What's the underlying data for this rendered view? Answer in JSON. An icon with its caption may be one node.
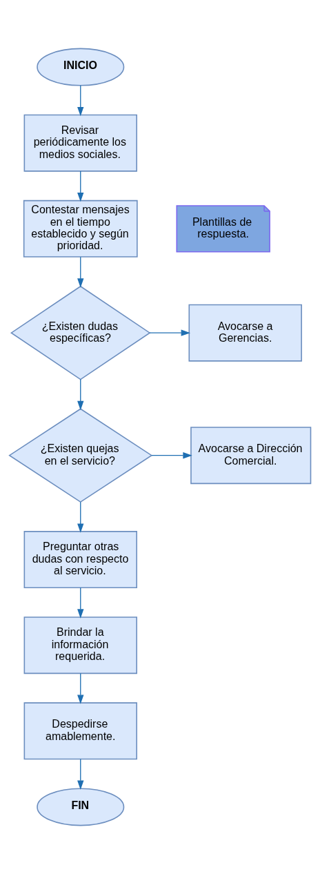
{
  "diagram": {
    "nodes": [
      {
        "text": [
          "INICIO"
        ]
      },
      {
        "text": [
          "Revisar periódicamente los medios sociales."
        ]
      },
      {
        "text": [
          "Contestar mensajes en el tiempo establecido y según prioridad."
        ]
      },
      {
        "text": [
          "Plantillas de respuesta."
        ]
      },
      {
        "text": [
          "¿Existen dudas específicas?"
        ]
      },
      {
        "text": [
          "Avocarse a Gerencias."
        ]
      },
      {
        "text": [
          "¿Existen quejas en el servicio?"
        ]
      },
      {
        "text": [
          "Avocarse a Dirección Comercial."
        ]
      },
      {
        "text": [
          "Preguntar otras dudas con respecto al servicio."
        ]
      },
      {
        "text": [
          "Brindar la información requerida."
        ]
      },
      {
        "text": [
          "Despedirse amablemente."
        ]
      },
      {
        "text": [
          "FIN"
        ]
      }
    ],
    "edges": [
      {
        "from": 0,
        "to": 1,
        "arrow": "to"
      },
      {
        "from": 1,
        "to": 2,
        "arrow": "to"
      },
      {
        "from": 2,
        "to": 4,
        "arrow": "to"
      },
      {
        "from": 4,
        "to": 5,
        "arrow": "to"
      },
      {
        "from": 4,
        "to": 6,
        "arrow": "to"
      },
      {
        "from": 6,
        "to": 7,
        "arrow": "to"
      },
      {
        "from": 6,
        "to": 8,
        "arrow": "to"
      },
      {
        "from": 8,
        "to": 9,
        "arrow": "to"
      },
      {
        "from": 9,
        "to": 10,
        "arrow": "to"
      },
      {
        "from": 10,
        "to": 11,
        "arrow": "to"
      }
    ]
  }
}
